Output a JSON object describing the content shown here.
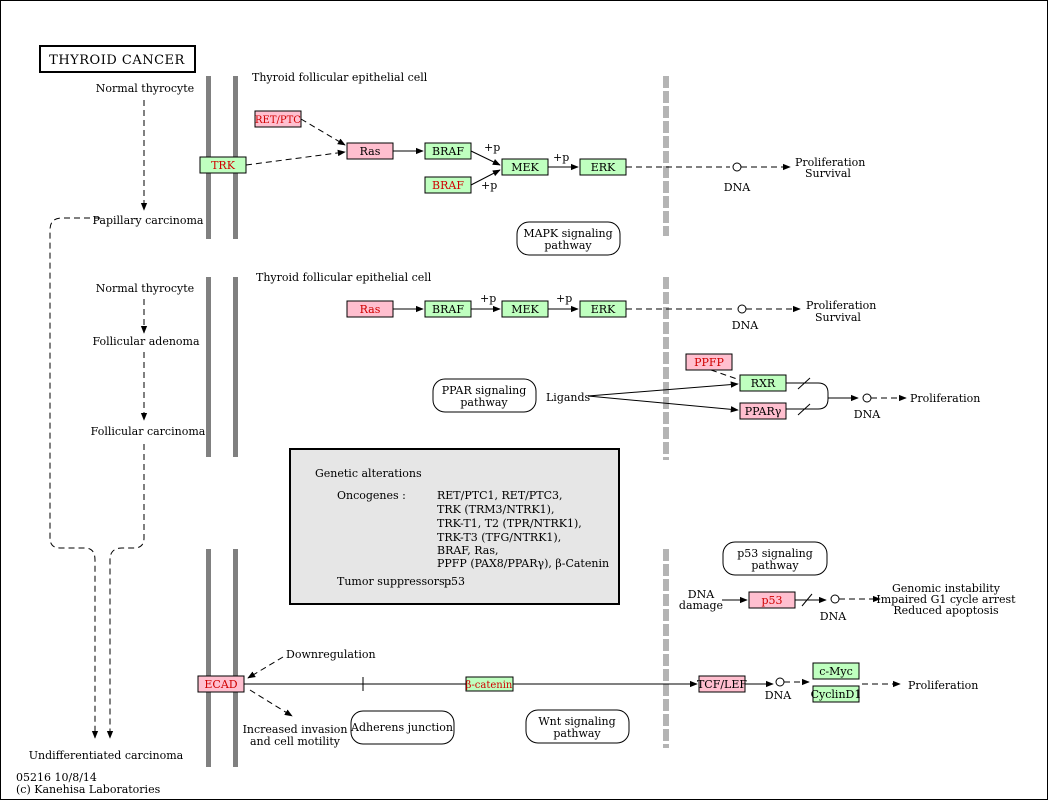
{
  "title": "THYROID CANCER",
  "footer": {
    "id_date": "05216 10/8/14",
    "copyright": "(c) Kanehisa Laboratories"
  },
  "cell_labels": {
    "cell1": "Thyroid follicular epithelial cell",
    "cell2": "Thyroid follicular epithelial cell"
  },
  "stages": {
    "normal1": "Normal thyrocyte",
    "papillary": "Papillary carcinoma",
    "normal2": "Normal thyrocyte",
    "adenoma": "Follicular adenoma",
    "follicular": "Follicular carcinoma",
    "undiff": "Undifferentiated carcinoma"
  },
  "genes": {
    "retptc": "RET/PTC",
    "trk": "TRK",
    "ras1": "Ras",
    "braf1": "BRAF",
    "braf1b": "BRAF",
    "mek1": "MEK",
    "erk1": "ERK",
    "ras2": "Ras",
    "braf2": "BRAF",
    "mek2": "MEK",
    "erk2": "ERK",
    "ppfp": "PPFP",
    "rxr": "RXR",
    "pparg": "PPARγ",
    "p53": "p53",
    "ecad": "ECAD",
    "bcatenin": "β-catenin",
    "tcflef": "TCF/LEF",
    "cmyc": "c-Myc",
    "cyclind1": "CyclinD1"
  },
  "labels": {
    "plusp": "+p",
    "dna": "DNA",
    "prolif": "Proliferation",
    "survival": "Survival",
    "ligands": "Ligands",
    "dna_damage_1": "DNA",
    "dna_damage_2": "damage",
    "genomic1": "Genomic instability",
    "genomic2": "Impaired G1 cycle arrest",
    "genomic3": "Reduced apoptosis",
    "downreg": "Downregulation",
    "invasion1": "Increased invasion",
    "invasion2": "and cell motility"
  },
  "pathways": {
    "mapk1": "MAPK signaling",
    "mapk2": "pathway",
    "ppar1": "PPAR signaling",
    "ppar2": "pathway",
    "p53_1": "p53 signaling",
    "p53_2": "pathway",
    "adherens": "Adherens junction",
    "wnt1": "Wnt signaling",
    "wnt2": "pathway"
  },
  "genetic_box": {
    "heading": "Genetic alterations",
    "oncogenes_label": "Oncogenes :",
    "oncogenes": [
      "RET/PTC1, RET/PTC3,",
      "TRK (TRM3/NTRK1),",
      "TRK-T1, T2 (TPR/NTRK1),",
      "TRK-T3 (TFG/NTRK1),",
      "BRAF, Ras,",
      "PPFP (PAX8/PPARγ), β-Catenin"
    ],
    "suppressors_label": "Tumor suppressors :",
    "suppressors": "p53"
  },
  "colors": {
    "gene_green": "#bfffbf",
    "gene_pink": "#ffbfcf",
    "mutated_text": "#d00000",
    "membrane": "#808080",
    "nucleus_membrane": "#b4b4b4",
    "box_fill": "#e6e6e6"
  }
}
